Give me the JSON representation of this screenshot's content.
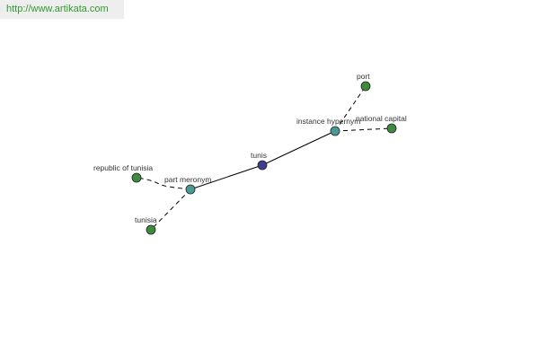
{
  "watermark": {
    "text": "http://www.artikata.com"
  },
  "graph": {
    "colors": {
      "center": "#3d3d8f",
      "relation": "#4a9a94",
      "leaf": "#3f8a3f",
      "edge": "#000000"
    },
    "nodes": {
      "tunis": "tunis",
      "instance_hypernym": "instance hypernym",
      "part_meronym": "part meronym",
      "port": "port",
      "national_capital": "national capital",
      "republic_of_tunisia": "republic of tunisia",
      "tunisia": "tunisia"
    }
  }
}
